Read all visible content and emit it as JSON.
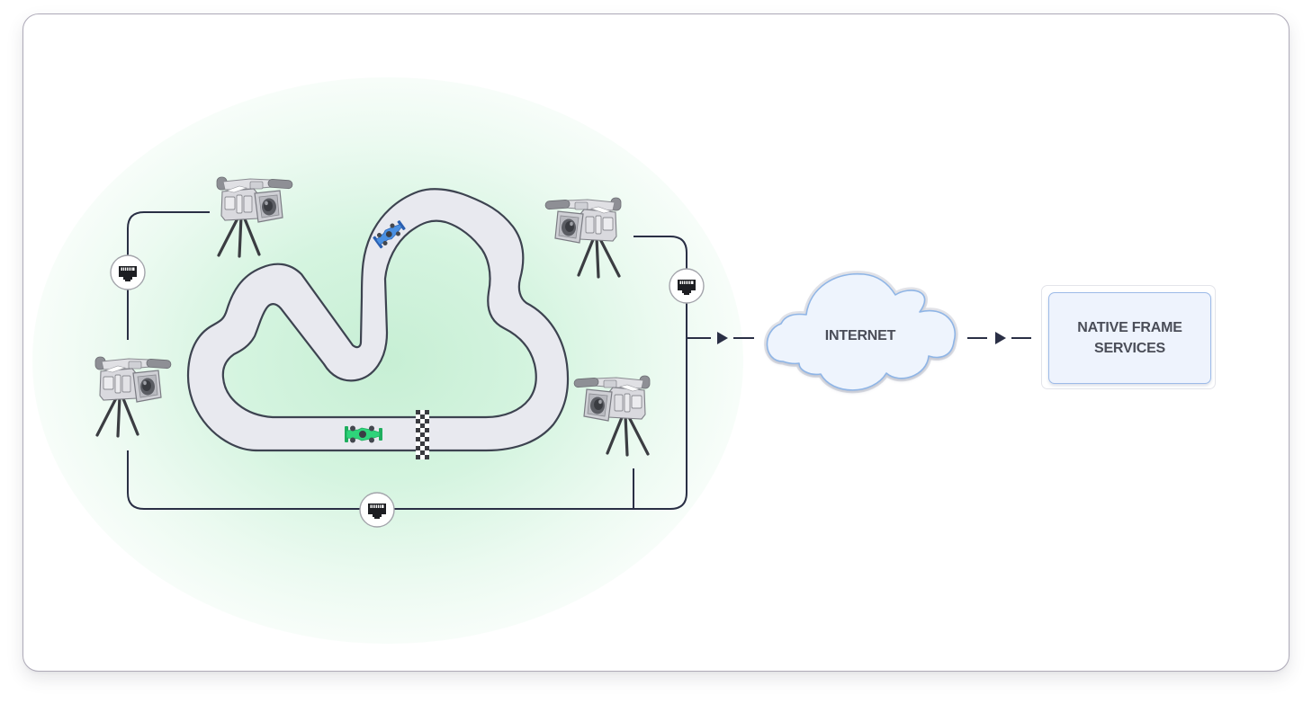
{
  "diagram": {
    "title": "Race track camera network to Native Frame Services",
    "colors": {
      "card_border": "#aeaab8",
      "glow_green": "#cdf2da",
      "track_fill": "#e8e9ef",
      "track_outline": "#3d4350",
      "connector_line": "#2a2f45",
      "cloud_fill": "#eef4fd",
      "cloud_border": "#8fb5e6",
      "service_fill": "#eef3fd",
      "service_border": "#9dbbe8",
      "label_text": "#4a4d58",
      "car_blue": "#4a90e2",
      "car_green": "#2ed47a"
    },
    "track": {
      "name": "race-track",
      "finish_line": "checkered-flag",
      "cars": [
        {
          "name": "blue race car",
          "color": "#4a90e2",
          "icon": "race-car-icon"
        },
        {
          "name": "green race car",
          "color": "#2ed47a",
          "icon": "race-car-icon"
        }
      ]
    },
    "cameras": [
      {
        "id": "camera-top-left",
        "icon": "video-camera-icon",
        "facing": "right"
      },
      {
        "id": "camera-top-right",
        "icon": "video-camera-icon",
        "facing": "left"
      },
      {
        "id": "camera-left",
        "icon": "video-camera-icon",
        "facing": "right"
      },
      {
        "id": "camera-bottom-right",
        "icon": "video-camera-icon",
        "facing": "left"
      }
    ],
    "network_ports": [
      {
        "id": "ethernet-left",
        "icon": "ethernet-port-icon"
      },
      {
        "id": "ethernet-right",
        "icon": "ethernet-port-icon"
      },
      {
        "id": "ethernet-bottom",
        "icon": "ethernet-port-icon"
      }
    ],
    "nodes": {
      "internet": {
        "label": "INTERNET",
        "shape": "cloud"
      },
      "service": {
        "label_line1": "NATIVE FRAME",
        "label_line2": "SERVICES",
        "shape": "rounded-rectangle"
      }
    },
    "edges": [
      {
        "from": "camera network",
        "to": "INTERNET",
        "style": "dashed-arrow"
      },
      {
        "from": "INTERNET",
        "to": "NATIVE FRAME SERVICES",
        "style": "dashed-arrow"
      }
    ]
  }
}
